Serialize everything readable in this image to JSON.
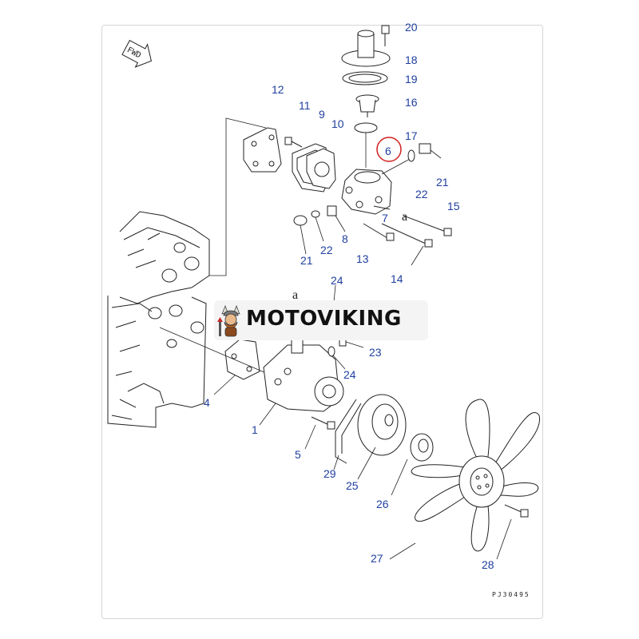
{
  "diagram": {
    "fwd_label": "FWD",
    "part_numbers": {
      "p1": "1",
      "p4": "4",
      "p5": "5",
      "p6": "6",
      "p7": "7",
      "p8": "8",
      "p9": "9",
      "p10": "10",
      "p11": "11",
      "p12": "12",
      "p13": "13",
      "p14": "14",
      "p15": "15",
      "p16": "16",
      "p17": "17",
      "p18": "18",
      "p19": "19",
      "p20": "20",
      "p21a": "21",
      "p21b": "21",
      "p22a": "22",
      "p22b": "22",
      "p23": "23",
      "p24a": "24",
      "p24b": "24",
      "p25": "25",
      "p26": "26",
      "p27": "27",
      "p28": "28",
      "p29": "29"
    },
    "reference_marks": {
      "a1": "a",
      "a2": "a"
    },
    "highlight_color": "#d02020",
    "label_color": "#1f3f9e",
    "drawing_code": "PJ30495"
  },
  "watermark": {
    "brand": "MOTOVIKING",
    "mascot_icon": "viking-mascot-icon"
  }
}
